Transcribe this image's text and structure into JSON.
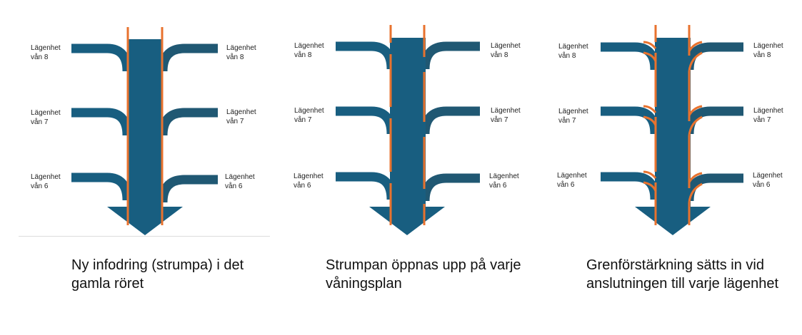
{
  "colors": {
    "pipe": "#185E80",
    "branch_left": "#185E80",
    "branch_right": "#205873",
    "liner": "#E8722E",
    "divider": "#dcdcdc"
  },
  "panels": [
    {
      "caption": "Ny infodring (strumpa) i det gamla röret",
      "labels_left": [
        "Lägenhet\nvån 8",
        "Lägenhet\nvån 7",
        "Lägenhet\nvån 6"
      ],
      "labels_right": [
        "Lägenhet\nvån 8",
        "Lägenhet\nvån 7",
        "Lägenhet\nvån 6"
      ]
    },
    {
      "caption": "Strumpan öppnas upp på varje våningsplan",
      "labels_left": [
        "Lägenhet\nvån 8",
        "Lägenhet\nvån 7",
        "Lägenhet\nvån 6"
      ],
      "labels_right": [
        "Lägenhet\nvån 8",
        "Lägenhet\nvån 7",
        "Lägenhet\nvån 6"
      ]
    },
    {
      "caption": "Grenförstärkning sätts in vid anslutningen till varje lägenhet",
      "labels_left": [
        "Lägenhet\nvån 8",
        "Lägenhet\nvån 7",
        "Lägenhet\nvån 6"
      ],
      "labels_right": [
        "Lägenhet\nvån 8",
        "Lägenhet\nvån 7",
        "Lägenhet\nvån 6"
      ]
    }
  ]
}
